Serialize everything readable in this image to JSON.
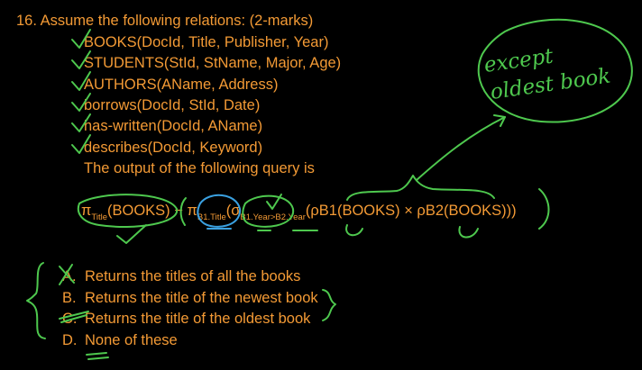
{
  "question": {
    "number_title": "16. Assume the following relations:  (2-marks)",
    "relations": [
      "BOOKS(DocId, Title, Publisher, Year)",
      "STUDENTS(StId, StName, Major, Age)",
      "AUTHORS(AName, Address)",
      "borrows(DocId, StId, Date)",
      "has-written(DocId, AName)",
      "describes(DocId, Keyword)"
    ],
    "prompt": "The output of the following query is"
  },
  "query": {
    "pi1": "π",
    "pi1_sub": "Title",
    "part1": "(BOOKS) − ",
    "pi2": "π",
    "pi2_sub": "B1.Title",
    "part2": "(σ",
    "sigma_sub": "B1.Year>B2.Year",
    "part3": "(ρB1(BOOKS) × ρB2(BOOKS)))"
  },
  "options": [
    {
      "letter": "A.",
      "text": "Returns the titles of all the books"
    },
    {
      "letter": "B.",
      "text": "Returns the title of the newest book"
    },
    {
      "letter": "C.",
      "text": "Returns the title of the oldest book"
    },
    {
      "letter": "D.",
      "text": "None of these"
    }
  ],
  "annotation": {
    "line1": "except",
    "line2": "oldest book"
  },
  "colors": {
    "text": "#f39a35",
    "ink_green": "#4ec84e",
    "ink_blue": "#3aa0e0",
    "background": "#000000"
  }
}
